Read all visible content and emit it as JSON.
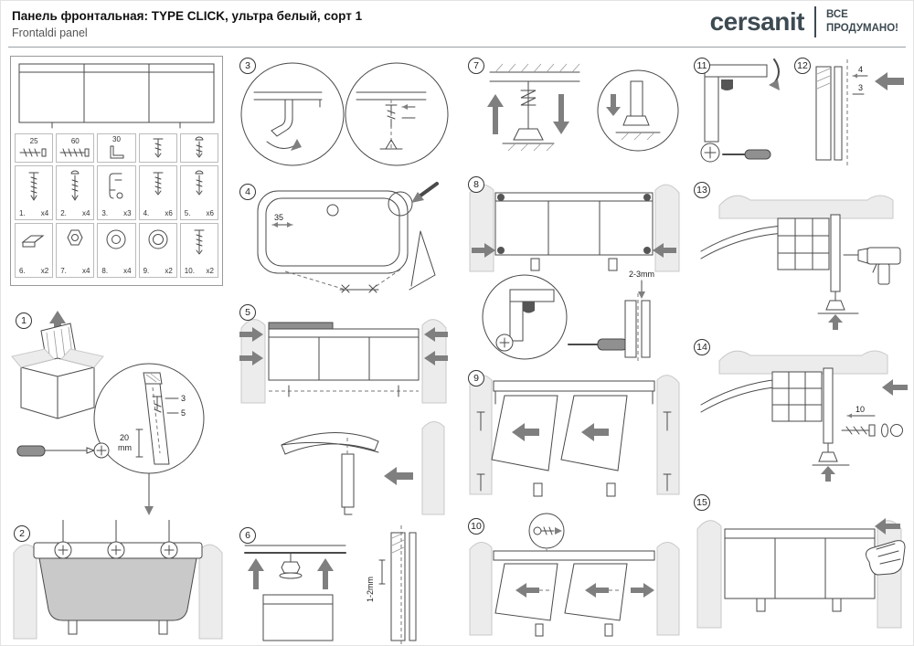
{
  "header": {
    "title": "Панель фронтальная: TYPE CLICK, ультра белый, сорт 1",
    "subtitle": "Frontaldi panel",
    "brand": "cersanit",
    "tagline_line1": "ВСЕ",
    "tagline_line2": "ПРОДУМАНО!"
  },
  "step_numbers": [
    "1",
    "2",
    "3",
    "4",
    "5",
    "6",
    "7",
    "8",
    "9",
    "10",
    "11",
    "12",
    "13",
    "14",
    "15"
  ],
  "parts_box": {
    "dims": [
      "25",
      "60",
      "30"
    ],
    "row1": [
      {
        "num": "1.",
        "qty": "x4"
      },
      {
        "num": "2.",
        "qty": "x4"
      },
      {
        "num": "3.",
        "qty": "x3"
      },
      {
        "num": "4.",
        "qty": "x6"
      },
      {
        "num": "5.",
        "qty": "x6"
      }
    ],
    "row2": [
      {
        "num": "6.",
        "qty": "x2"
      },
      {
        "num": "7.",
        "qty": "x4"
      },
      {
        "num": "8.",
        "qty": "x4"
      },
      {
        "num": "9.",
        "qty": "x2"
      },
      {
        "num": "10.",
        "qty": "x2"
      }
    ]
  },
  "annotations": {
    "a1_3": "3",
    "a1_5": "5",
    "a1_20": "20",
    "a1_mm": "mm",
    "a4_35": "35",
    "a6_gap": "1-2mm",
    "a8_gap": "2-3mm",
    "a12_4": "4",
    "a12_3": "3",
    "a14_10": "10"
  },
  "colors": {
    "brand": "#3d4a52",
    "line": "#4a4a4a",
    "wall_fill": "#ececec",
    "tub_fill": "#c9c9c9",
    "arrow_fill": "#7f7f7f"
  }
}
